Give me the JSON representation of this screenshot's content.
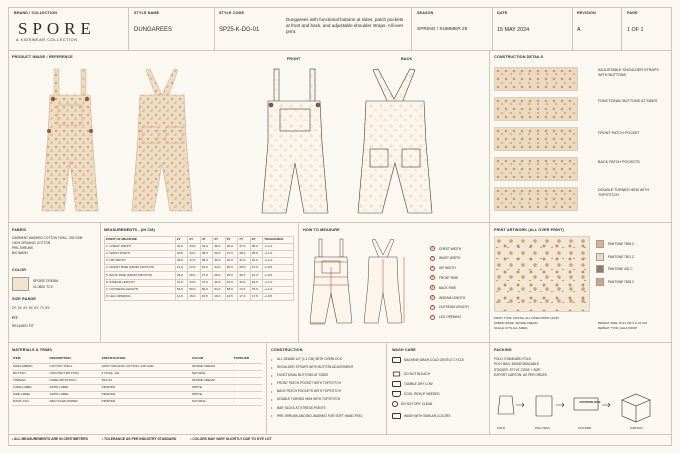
{
  "header": {
    "brand_label": "BRAND / COLLECTION",
    "brand_name": "SPORE",
    "brand_tagline": "A KIDSWEAR COLLECTION",
    "style_name_label": "STYLE NAME",
    "style_name": "DUNGAREES",
    "style_code_label": "STYLE CODE",
    "style_code": "SP25-K-DG-01",
    "description": "Dungarees with functional buttons at sides, patch pockets at front and back, and adjustable shoulder straps. All-over print.",
    "season_label": "SEASON",
    "season": "SPRING / SUMMER 25",
    "date_label": "DATE",
    "date": "15 MAY 2024",
    "revision_label": "REVISION",
    "revision": "A",
    "page_label": "PAGE",
    "page": "1 OF 1"
  },
  "sections": {
    "product_image": "PRODUCT IMAGE / REFERENCE",
    "front": "FRONT",
    "back": "BACK",
    "construction_details": "CONSTRUCTION DETAILS",
    "fabric": "FABRIC",
    "measurements": "MEASUREMENTS - (IN CM)",
    "how_to_measure": "HOW TO MEASURE",
    "print_artwork": "PRINT ARTWORK (ALL OVER PRINT)",
    "materials": "MATERIALS & TRIMS",
    "construction": "CONSTRUCTION",
    "wash_care": "WASH CARE",
    "packing": "PACKING"
  },
  "construction_details": [
    "ADJUSTABLE SHOULDER STRAPS WITH BUTTONS",
    "FUNCTIONAL BUTTONS AT SIDES",
    "FRONT PATCH POCKET",
    "BACK PATCH POCKETS",
    "DOUBLE TURNED HEM WITH TOPSTITCH"
  ],
  "fabric": {
    "lines": [
      "GARMENT WASHED COTTON TWILL, 235 GSM",
      "100% ORGANIC COTTON",
      "PRE-SHRUNK",
      "BIO WASH"
    ],
    "color_label": "COLOR",
    "color_name": "SPORE CREAM",
    "color_code": "11-0602 TCX",
    "color_hex": "#f1e4cf",
    "size_range_label": "SIZE RANGE",
    "size_range": "2Y, 3Y, 4Y, 5Y, 6Y, 7Y, 8Y",
    "fit_label": "FIT",
    "fit": "RELAXED FIT"
  },
  "measurements": {
    "headers": [
      "POINT OF MEASURE",
      "2Y",
      "3Y",
      "4Y",
      "5Y",
      "6Y",
      "7Y",
      "8Y",
      "TOLERANCE"
    ],
    "rows": [
      [
        "1. CHEST WIDTH",
        "32.0",
        "33.0",
        "34.0",
        "35.0",
        "36.0",
        "37.0",
        "38.0",
        "+/-1.0"
      ],
      [
        "2. WAIST WIDTH",
        "33.0",
        "34.0",
        "35.0",
        "36.0",
        "37.0",
        "38.0",
        "39.0",
        "+/-1.0"
      ],
      [
        "3. HIP WIDTH",
        "36.0",
        "37.0",
        "38.0",
        "39.0",
        "40.0",
        "41.0",
        "42.0",
        "+/-1.0"
      ],
      [
        "4. FRONT RISE (FROM CROTCH)",
        "21.0",
        "22.0",
        "23.0",
        "24.0",
        "25.0",
        "26.0",
        "27.0",
        "+/-0.5"
      ],
      [
        "5. BACK RISE (FROM CROTCH)",
        "25.0",
        "26.0",
        "27.0",
        "28.0",
        "29.0",
        "30.0",
        "31.0",
        "+/-0.5"
      ],
      [
        "6. INSEAM LENGTH",
        "31.0",
        "34.0",
        "37.0",
        "40.0",
        "43.0",
        "46.0",
        "49.0",
        "+/-1.0"
      ],
      [
        "7. OUTSEAM LENGTH",
        "53.0",
        "56.0",
        "60.0",
        "64.0",
        "68.0",
        "72.0",
        "76.0",
        "+/-1.0"
      ],
      [
        "8. LEG OPENING",
        "14.5",
        "15.0",
        "15.5",
        "16.0",
        "16.5",
        "17.0",
        "17.5",
        "+/-0.5"
      ]
    ]
  },
  "how_to_measure_legend": [
    "1",
    "CHEST WIDTH",
    "2",
    "WAIST WIDTH",
    "3",
    "HIP WIDTH",
    "4",
    "FRONT RISE",
    "5",
    "BACK RISE",
    "6",
    "INSEAM LENGTH",
    "7",
    "OUTSEAM LENGTH",
    "8",
    "LEG OPENING"
  ],
  "print_artwork": {
    "pantones": [
      {
        "name": "PANTONE 7506 C",
        "hex": "#d7b48f"
      },
      {
        "name": "PANTONE 7501 C",
        "hex": "#eadcc3"
      },
      {
        "name": "PANTONE 432 C",
        "hex": "#8a7c74"
      },
      {
        "name": "PANTONE 7528 C",
        "hex": "#c9a894"
      }
    ],
    "print_type": "PRINT TYPE:   DIGITAL ALL OVER PRINT (AOP)",
    "fabric_base": "FABRIC BASE:  SPORE CREAM",
    "scale": "SCALE:   FITS ALL SIZES",
    "repeat_size": "REPEAT SIZE:   W 21 CM X H 21 CM",
    "repeat_type": "REPEAT TYPE:   HALF DROP"
  },
  "materials": {
    "headers": [
      "ITEM",
      "DESCRIPTION",
      "SPECIFICATION",
      "COLOR",
      "SUPPLIER"
    ],
    "rows": [
      [
        "MAIN FABRIC",
        "COTTON TWILL",
        "100% ORGANIC COTTON, 235 GSM",
        "SPORE CREAM",
        "-"
      ],
      [
        "BUTTON",
        "COCONUT BUTTON",
        "4 HOLE, 18L",
        "NATURAL",
        "-"
      ],
      [
        "THREAD",
        "CORE SPUN POLY",
        "TEX 30",
        "SPORE CREAM",
        "-"
      ],
      [
        "CARE LABEL",
        "SATIN LABEL",
        "PRINTED",
        "WHITE",
        "-"
      ],
      [
        "SIZE LABEL",
        "SATIN LABEL",
        "PRINTED",
        "WHITE",
        "-"
      ],
      [
        "HANG TAG",
        "RECYCLED PAPER",
        "PRINTED",
        "NATURAL",
        "-"
      ]
    ]
  },
  "construction": [
    "ALL SEAMS 1/2\" (1.2 CM) WITH OVERLOCK",
    "SHOULDER STRAPS WITH BUTTON ADJUSTMENT",
    "FUNCTIONAL BUTTONS AT SIDES",
    "FRONT PATCH POCKET WITH TOPSTITCH",
    "BACK PATCH POCKETS WITH TOPSTITCH",
    "DOUBLE TURNED HEM WITH TOPSTITCH",
    "BAR TACKS AT STRESS POINTS",
    "PRE-SHRUNK AND BIO-WASHED FOR SOFT HAND FEEL"
  ],
  "wash_care": [
    "MACHINE WASH COLD GENTLE CYCLE",
    "DO NOT BLEACH",
    "TUMBLE DRY LOW",
    "COOL IRON IF NEEDED",
    "DO NOT DRY CLEAN",
    "WASH WITH SIMILAR COLORS"
  ],
  "packing": {
    "lines": [
      "FOLD: STANDARD FOLD",
      "POLY BAG: BIODEGRADABLE",
      "STICKER: STYLE CODE + SIZE",
      "EXPORT CARTON: AS PER ORDER"
    ],
    "steps": [
      "FOLD",
      "POLY BAG",
      "STICKER",
      "CARTON"
    ],
    "sticker_text": "PANTONE DOE"
  },
  "footer": [
    "ALL MEASUREMENTS ARE IN CENTIMETERS",
    "TOLERANCE AS PER INDUSTRY STANDARD",
    "COLORS MAY VARY SLIGHTLY DUE TO DYE LOT"
  ]
}
